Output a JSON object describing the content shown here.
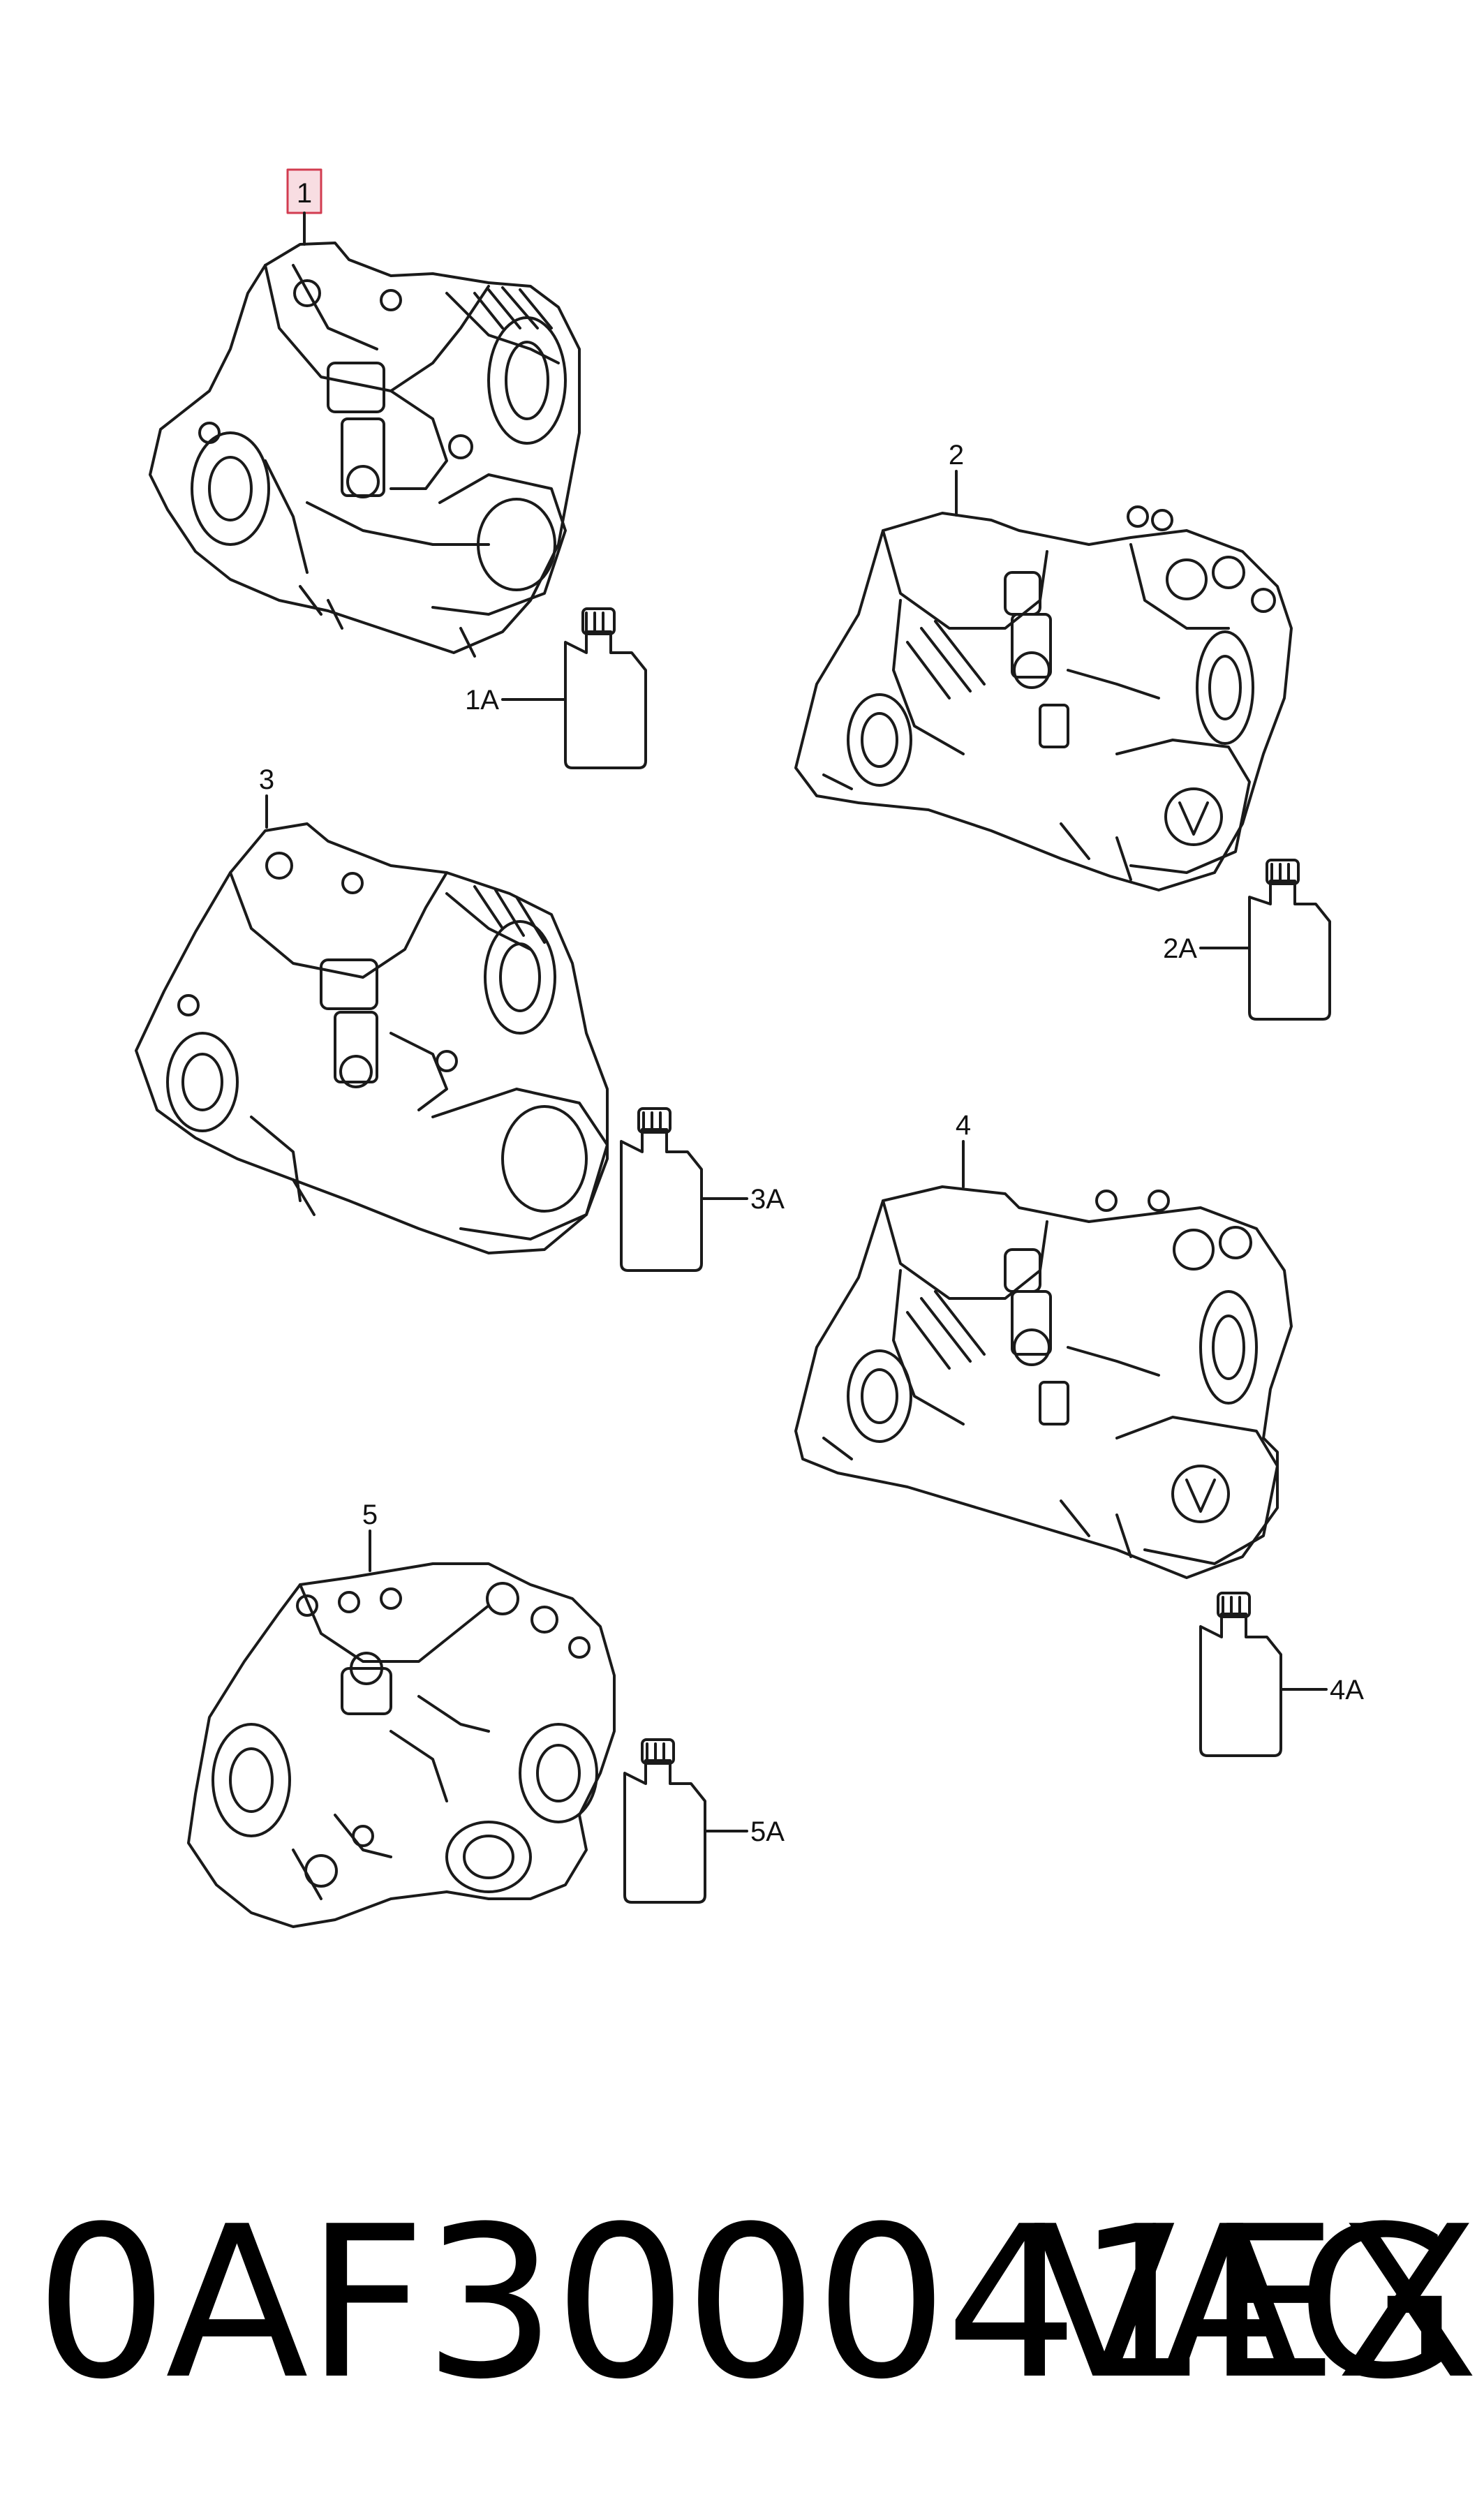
{
  "callouts": {
    "item1": "1",
    "item1a": "1A",
    "item2": "2",
    "item2a": "2A",
    "item3": "3",
    "item3a": "3A",
    "item4": "4",
    "item4a": "4A",
    "item5": "5",
    "item5a": "5A"
  },
  "footer": {
    "part_number": "0AF300041EX",
    "brand": "VAG"
  },
  "colors": {
    "line": "#1a1a1a",
    "highlight_border": "#d23c50",
    "highlight_fill": "#f8dde2"
  }
}
